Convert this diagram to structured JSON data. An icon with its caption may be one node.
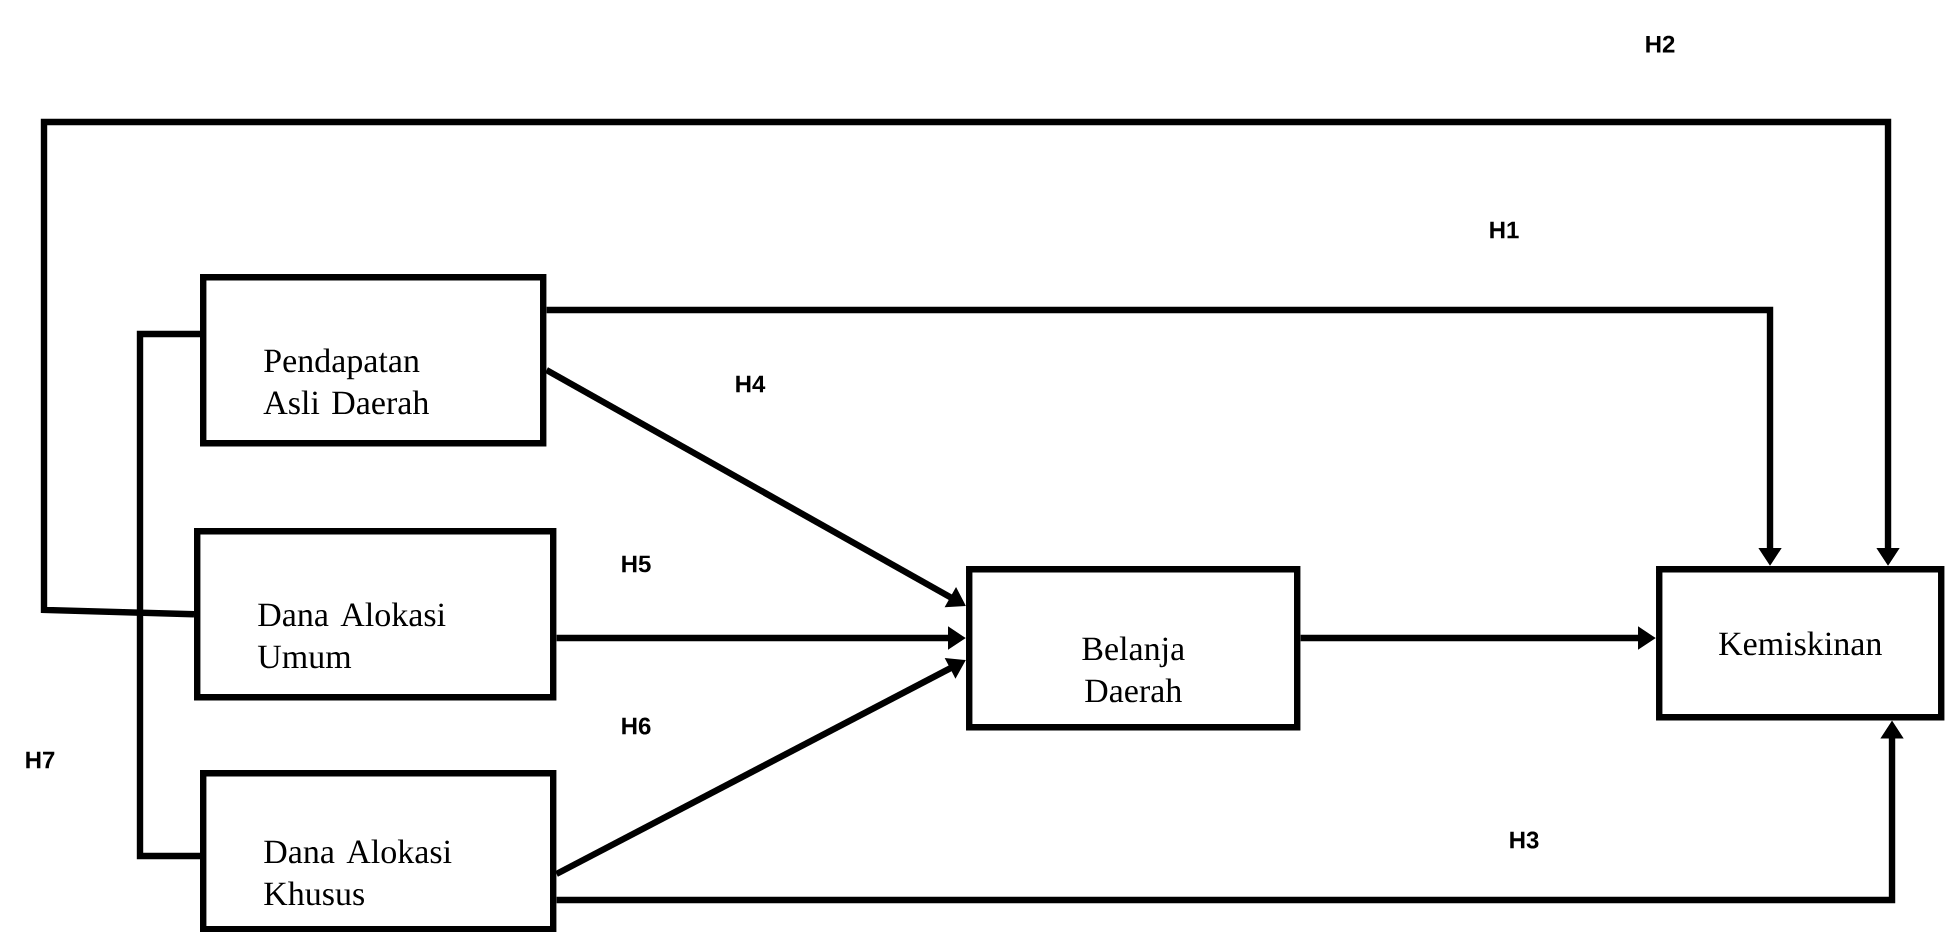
{
  "diagram": {
    "nodes": [
      {
        "text": [
          "Pendapatan Asli Daerah"
        ]
      },
      {
        "text": [
          "Dana Alokasi Umum"
        ]
      },
      {
        "text": [
          "Dana Alokasi Khusus"
        ]
      },
      {
        "text": [
          "Belanja Daerah"
        ]
      },
      {
        "text": [
          "Kemiskinan"
        ]
      }
    ],
    "edges": [
      {
        "from": 0,
        "to": 4,
        "arrow": "to",
        "label": "H1"
      },
      {
        "from": 1,
        "to": 4,
        "arrow": "to",
        "label": "H2"
      },
      {
        "from": 2,
        "to": 4,
        "arrow": "to",
        "label": "H3"
      },
      {
        "from": 0,
        "to": 3,
        "arrow": "to",
        "label": "H4"
      },
      {
        "from": 1,
        "to": 3,
        "arrow": "to",
        "label": "H5"
      },
      {
        "from": 2,
        "to": 3,
        "arrow": "to",
        "label": "H6"
      },
      {
        "from": 0,
        "to": 2,
        "arrow": "none",
        "label": "H7"
      },
      {
        "from": 3,
        "to": 4,
        "arrow": "to"
      }
    ]
  }
}
